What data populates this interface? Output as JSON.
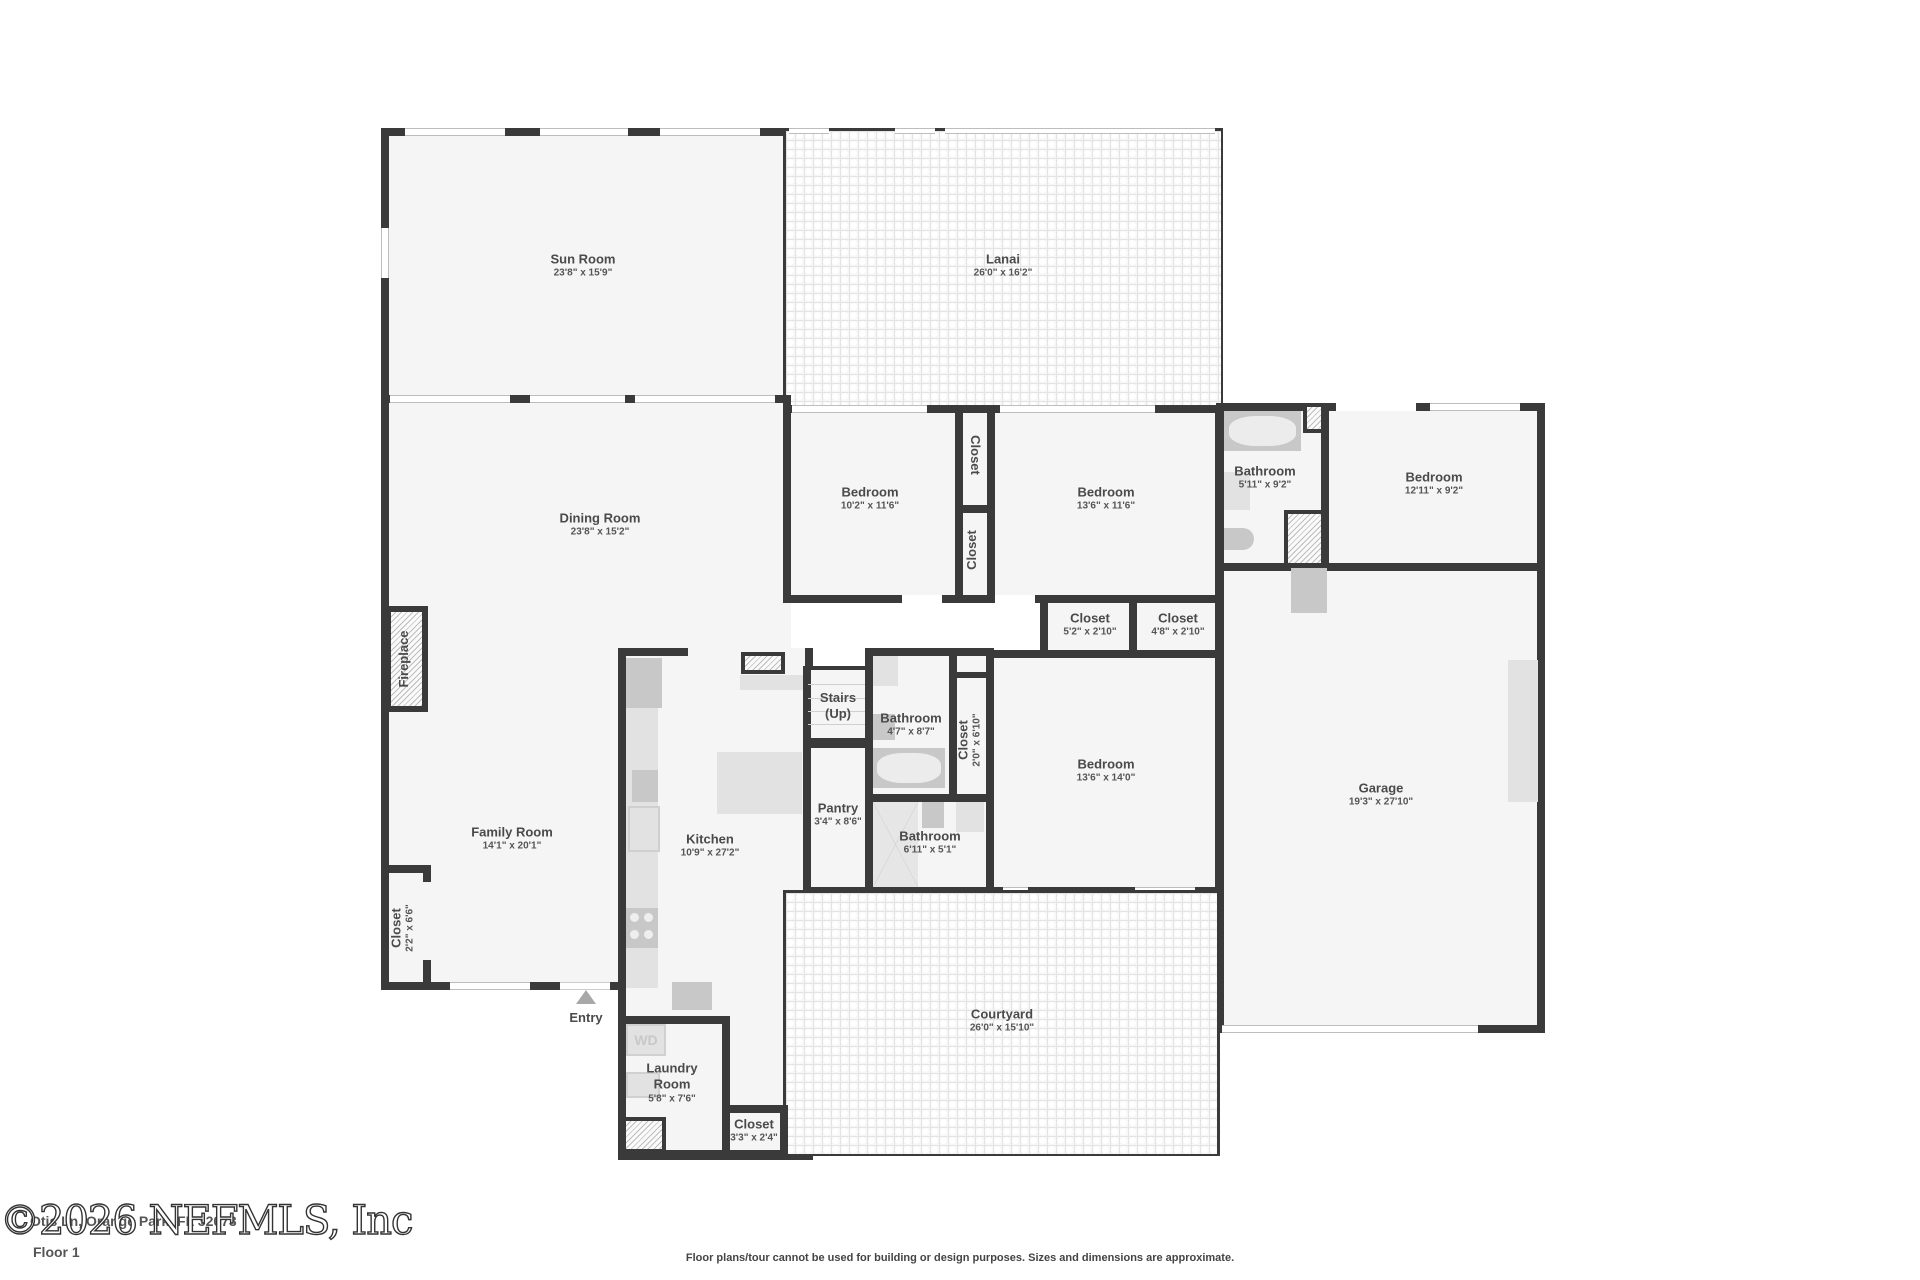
{
  "floor_plan": {
    "floor_label": "Floor 1",
    "address": "Otis Ln, Orange Park, FL 32073",
    "watermark": "©2026 NEFMLS, Inc",
    "disclaimer": "Floor plans/tour cannot be used for building or design purposes. Sizes and dimensions are approximate.",
    "entry_label": "Entry",
    "rooms": {
      "sun_room": {
        "name": "Sun Room",
        "dim": "23'8\" x 15'9\""
      },
      "lanai": {
        "name": "Lanai",
        "dim": "26'0\" x 16'2\""
      },
      "dining_room": {
        "name": "Dining Room",
        "dim": "23'8\" x 15'2\""
      },
      "fireplace": {
        "name": "Fireplace"
      },
      "family_room": {
        "name": "Family Room",
        "dim": "14'1\" x 20'1\""
      },
      "family_closet": {
        "name": "Closet",
        "dim": "2'2\" x 6'6\""
      },
      "bedroom_1": {
        "name": "Bedroom",
        "dim": "10'2\" x 11'6\""
      },
      "closet_upper_a": {
        "name": "Closet"
      },
      "closet_upper_b": {
        "name": "Closet"
      },
      "bedroom_2": {
        "name": "Bedroom",
        "dim": "13'6\" x 11'6\""
      },
      "bathroom_ne": {
        "name": "Bathroom",
        "dim": "5'11\" x 9'2\""
      },
      "bedroom_ne": {
        "name": "Bedroom",
        "dim": "12'11\" x 9'2\""
      },
      "hall_closet_1": {
        "name": "Closet",
        "dim": "5'2\" x 2'10\""
      },
      "hall_closet_2": {
        "name": "Closet",
        "dim": "4'8\" x 2'10\""
      },
      "kitchen": {
        "name": "Kitchen",
        "dim": "10'9\" x 27'2\""
      },
      "stairs": {
        "name": "Stairs",
        "sub": "(Up)"
      },
      "bathroom_mid": {
        "name": "Bathroom",
        "dim": "4'7\" x 8'7\""
      },
      "closet_mid": {
        "name": "Closet",
        "dim": "2'0\" x 6'10\""
      },
      "bedroom_mid": {
        "name": "Bedroom",
        "dim": "13'6\" x 14'0\""
      },
      "pantry": {
        "name": "Pantry",
        "dim": "3'4\" x 8'6\""
      },
      "bathroom_lower": {
        "name": "Bathroom",
        "dim": "6'11\" x 5'1\""
      },
      "garage": {
        "name": "Garage",
        "dim": "19'3\" x 27'10\""
      },
      "courtyard": {
        "name": "Courtyard",
        "dim": "26'0\" x 15'10\""
      },
      "laundry": {
        "name": "Laundry",
        "name2": "Room",
        "dim": "5'8\" x 7'6\"",
        "appliance": "WD"
      },
      "closet_laundry": {
        "name": "Closet",
        "dim": "3'3\" x 2'4\""
      }
    },
    "colors": {
      "wall": "#3a3a3a",
      "floor": "#f5f5f5",
      "fixture": "#c8c8c8",
      "text": "#4a4a4a"
    }
  }
}
